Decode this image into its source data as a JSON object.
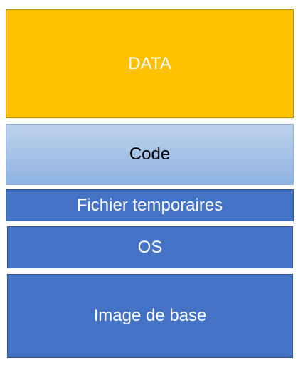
{
  "diagram": {
    "layers": [
      {
        "id": "data",
        "label": "DATA",
        "fill": "#ffc000"
      },
      {
        "id": "code",
        "label": "Code",
        "fill_top": "#bdd1ec",
        "fill_bottom": "#8fb4e3"
      },
      {
        "id": "temp",
        "label": "Fichier temporaires",
        "fill": "#4472c4"
      },
      {
        "id": "os",
        "label": "OS",
        "fill": "#4472c4"
      },
      {
        "id": "base",
        "label": "Image de base",
        "fill": "#4472c4"
      }
    ]
  }
}
